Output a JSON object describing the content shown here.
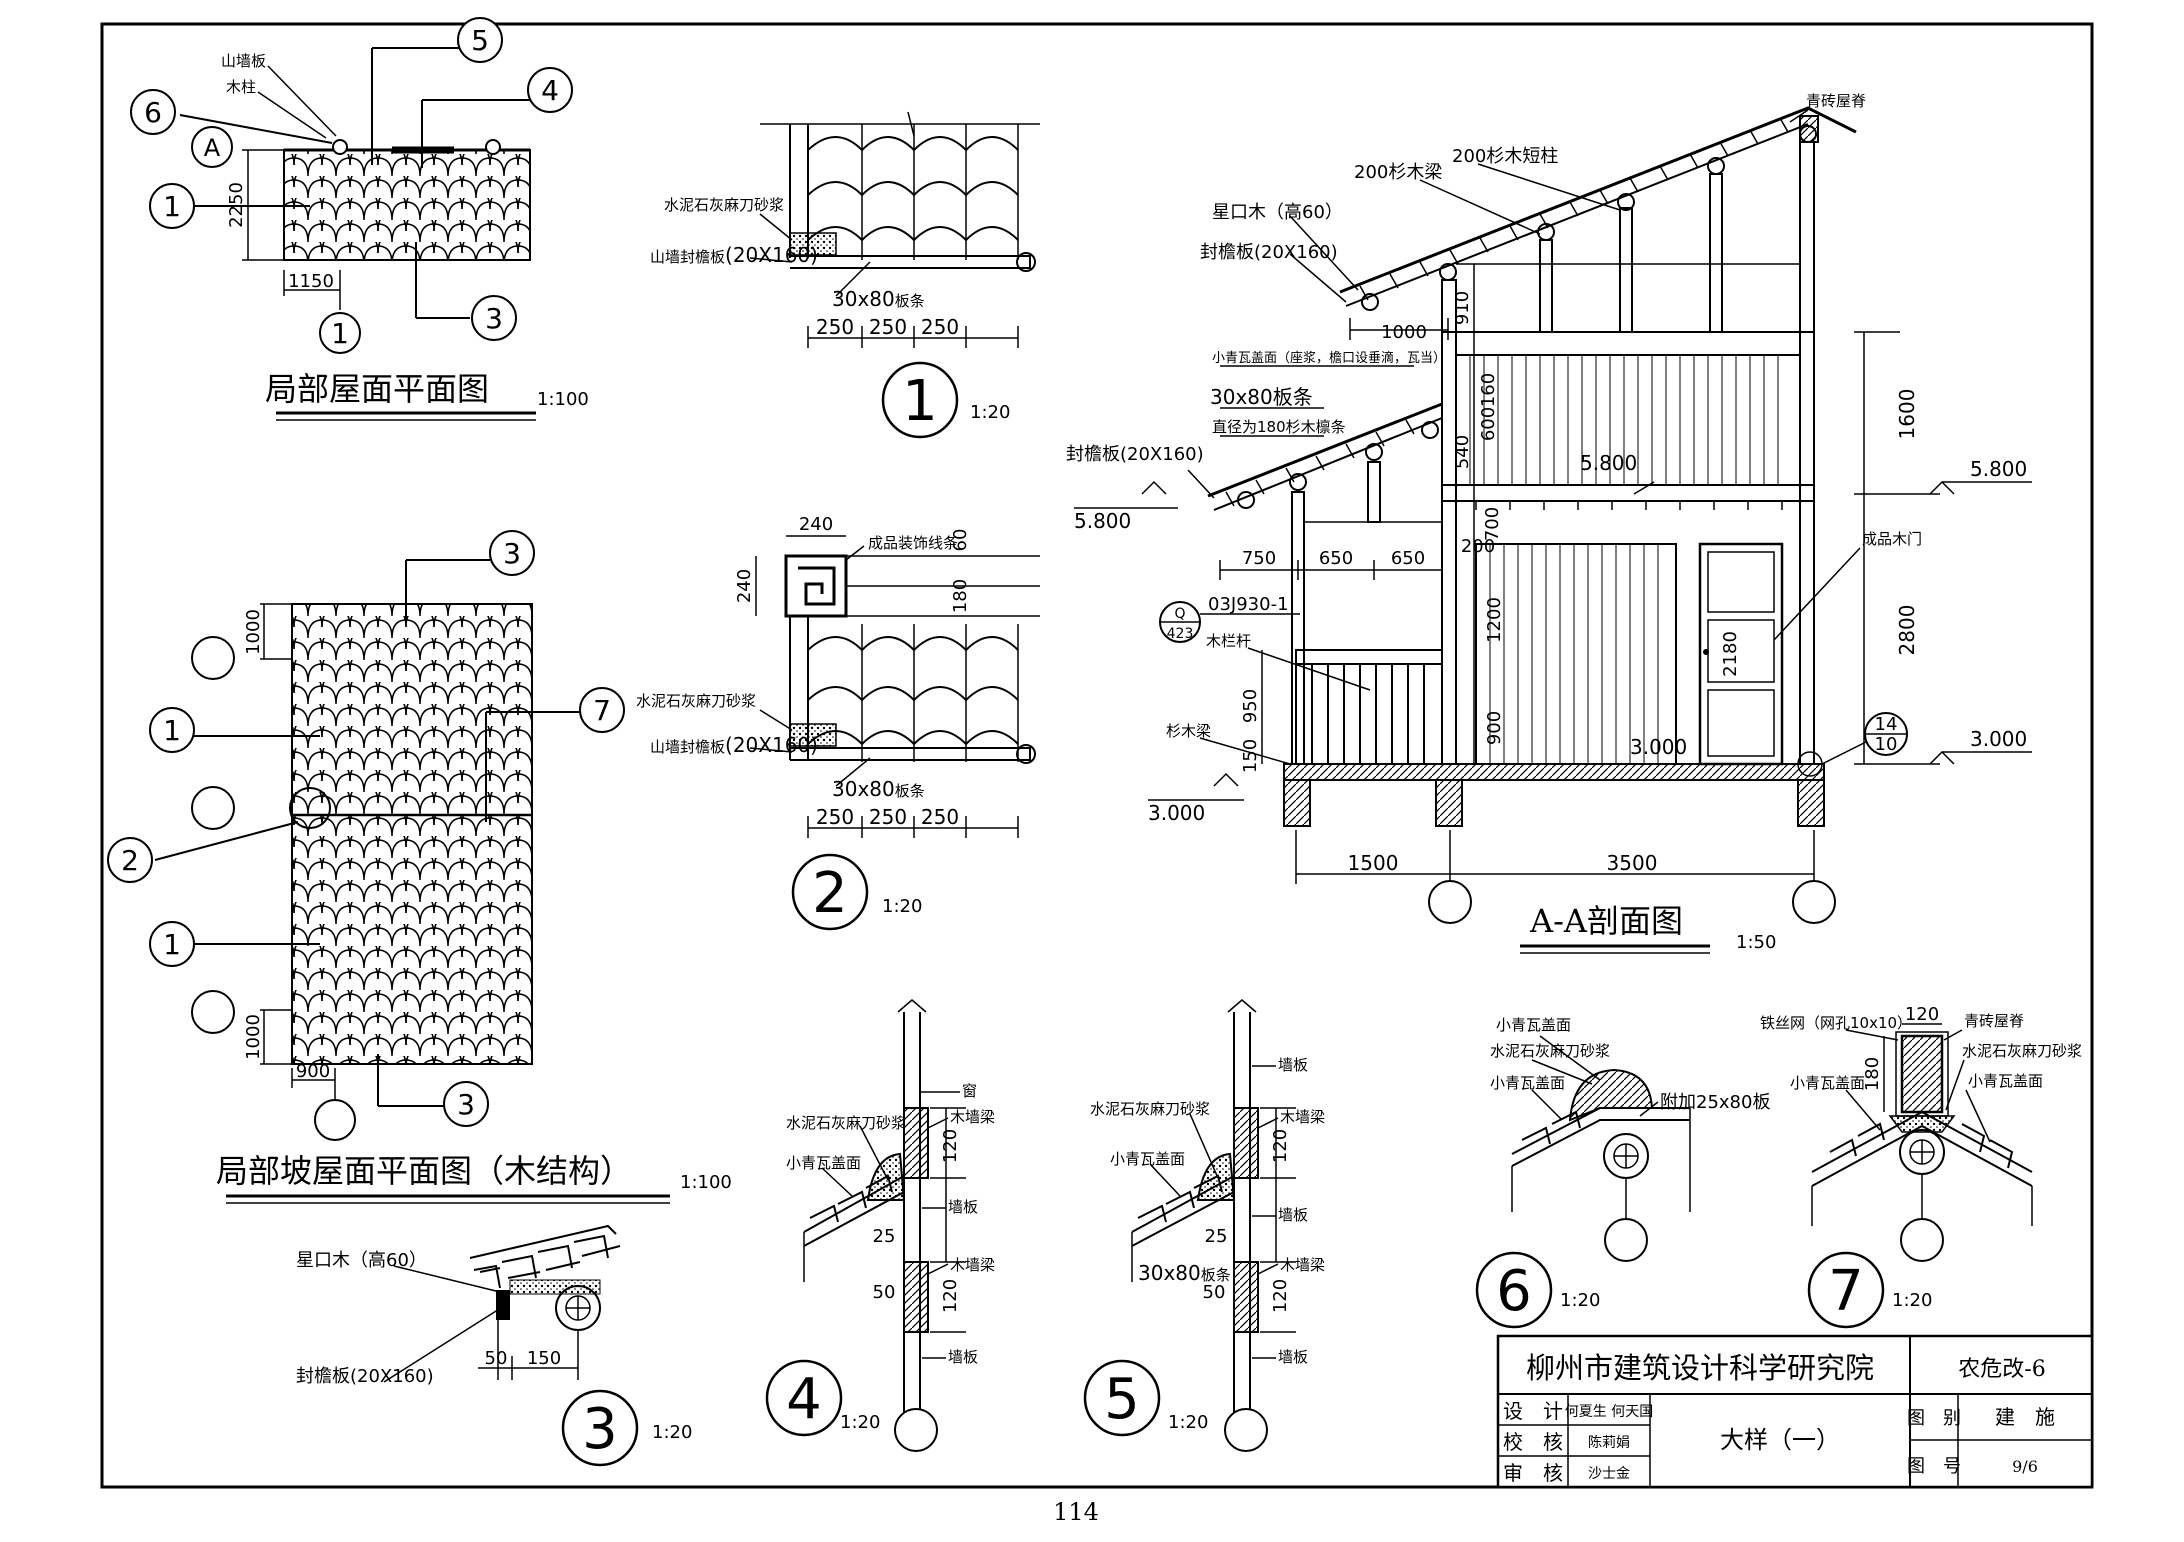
{
  "page_number": "114",
  "title_block": {
    "institute": "柳州市建筑设计科学研究院",
    "project": "农危改-6",
    "rows": [
      {
        "role": "设　计",
        "names": "何夏生 何天国"
      },
      {
        "role": "校　核",
        "names": "陈莉娟"
      },
      {
        "role": "审　核",
        "names": "沙士金"
      }
    ],
    "drawing_name": "大样（一）",
    "category_label": "图　别",
    "category_value": "建　施",
    "number_label": "图　号",
    "number_value": "9/6"
  },
  "plan1": {
    "title": "局部屋面平面图",
    "scale": "1:100",
    "labels": {
      "gable_board": "山墙板",
      "column": "木柱",
      "axis_a": "A"
    },
    "dims": {
      "h": "2250",
      "w": "1150"
    },
    "markers": {
      "m1": "1",
      "m3": "3",
      "m4": "4",
      "m5": "5",
      "m6": "6",
      "axis1": "1"
    }
  },
  "plan2": {
    "title": "局部坡屋面平面图（木结构）",
    "scale": "1:100",
    "dims": {
      "top": "1000",
      "bottom": "1000",
      "w": "900"
    },
    "markers": {
      "m1a": "1",
      "m1b": "1",
      "m2": "2",
      "m3a": "3",
      "m3b": "3",
      "m7": "7"
    }
  },
  "detail1": {
    "num": "1",
    "scale": "1:20",
    "labels": {
      "mortar": "水泥石灰麻刀砂浆",
      "board": "山墙封檐板",
      "board_size": "(20X160)",
      "purlin": "30x80",
      "purlin_suffix": "板条"
    },
    "dims": [
      "250",
      "250",
      "250"
    ]
  },
  "detail2": {
    "num": "2",
    "scale": "1:20",
    "labels": {
      "ornament": "成品装饰线条",
      "mortar": "水泥石灰麻刀砂浆",
      "board": "山墙封檐板",
      "board_size": "(20X160)",
      "purlin": "30x80",
      "purlin_suffix": "板条"
    },
    "dims": {
      "w240": "240",
      "h240": "240",
      "d60": "60",
      "d180": "180",
      "b": [
        "250",
        "250",
        "250"
      ]
    }
  },
  "detail3": {
    "num": "3",
    "scale": "1:20",
    "labels": {
      "eave_wood": "星口木（高60）",
      "fascia": "封檐板(20X160)"
    },
    "dims": [
      "50",
      "150"
    ]
  },
  "detail4": {
    "num": "4",
    "scale": "1:20",
    "labels": {
      "window": "窗",
      "beam1": "木墙梁",
      "mortar": "水泥石灰麻刀砂浆",
      "tile": "小青瓦盖面",
      "board1": "墙板",
      "beam2": "木墙梁",
      "board2": "墙板"
    },
    "dims": [
      "120",
      "25",
      "50",
      "120"
    ]
  },
  "detail5": {
    "num": "5",
    "scale": "1:20",
    "labels": {
      "board0": "墙板",
      "mortar": "水泥石灰麻刀砂浆",
      "beam1": "木墙梁",
      "tile": "小青瓦盖面",
      "board1": "墙板",
      "purlin": "30x80",
      "purlin_suffix": "板条",
      "beam2": "木墙梁",
      "board2": "墙板"
    },
    "dims": [
      "120",
      "25",
      "50",
      "120"
    ]
  },
  "detail6": {
    "num": "6",
    "scale": "1:20",
    "labels": {
      "tile_top": "小青瓦盖面",
      "mortar": "水泥石灰麻刀砂浆",
      "tile_low": "小青瓦盖面",
      "batten": "附加25x80板"
    }
  },
  "detail7": {
    "num": "7",
    "scale": "1:20",
    "labels": {
      "mesh": "铁丝网（网孔10x10）",
      "ridge": "青砖屋脊",
      "mortar": "水泥石灰麻刀砂浆",
      "tile_l": "小青瓦盖面",
      "tile_r": "小青瓦盖面"
    },
    "dims": {
      "w": "120",
      "h": "180"
    }
  },
  "section": {
    "title": "A-A剖面图",
    "scale": "1:50",
    "labels": {
      "ridge": "青砖屋脊",
      "beam200": "200杉木梁",
      "post200": "200杉木短柱",
      "eave_wood": "星口木（高60）",
      "fascia_top": "封檐板(20X160)",
      "tile_note": "小青瓦盖面（座浆，檐口设垂滴，瓦当）",
      "rafter": "30x80板条",
      "purlin": "直径为180杉木檩条",
      "fascia_low": "封檐板(20X160)",
      "rail_ref": "03J930-1",
      "rail_note": "木栏杆",
      "fir_beam": "杉木梁",
      "door": "成品木门",
      "ref_top": "Q",
      "ref_bottom": "423",
      "ref14": "14",
      "ref10": "10"
    },
    "levels": {
      "l580_left": "5.800",
      "l580_mid": "5.800",
      "l580_right": "5.800",
      "l300_left": "3.000",
      "l300_mid": "3.000",
      "l300_right": "3.000"
    },
    "dims": {
      "d1000": "1000",
      "d910": "910",
      "d160": "160",
      "d600": "600",
      "d540": "540",
      "d200": "200",
      "d700": "700",
      "d1200": "1200",
      "d900": "900",
      "d950": "950",
      "d150": "150",
      "d2180": "2180",
      "d750": "750",
      "d650a": "650",
      "d650b": "650",
      "d1600": "1600",
      "d2800": "2800",
      "d1500": "1500",
      "d3500": "3500"
    }
  }
}
